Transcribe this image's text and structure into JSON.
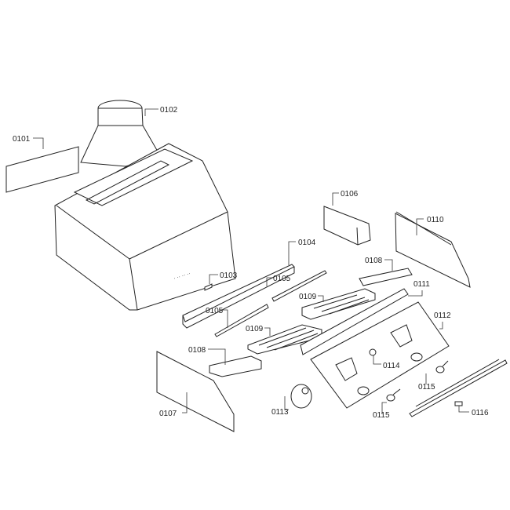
{
  "diagram": {
    "parts": [
      {
        "id": "p0101",
        "label": "0101"
      },
      {
        "id": "p0102",
        "label": "0102"
      },
      {
        "id": "p0103",
        "label": "0103"
      },
      {
        "id": "p0104",
        "label": "0104"
      },
      {
        "id": "p0105a",
        "label": "0105"
      },
      {
        "id": "p0105b",
        "label": "0105"
      },
      {
        "id": "p0106",
        "label": "0106"
      },
      {
        "id": "p0107",
        "label": "0107"
      },
      {
        "id": "p0108a",
        "label": "0108"
      },
      {
        "id": "p0108b",
        "label": "0108"
      },
      {
        "id": "p0109a",
        "label": "0109"
      },
      {
        "id": "p0109b",
        "label": "0109"
      },
      {
        "id": "p0110",
        "label": "0110"
      },
      {
        "id": "p0111",
        "label": "0111"
      },
      {
        "id": "p0112",
        "label": "0112"
      },
      {
        "id": "p0113",
        "label": "0113"
      },
      {
        "id": "p0114",
        "label": "0114"
      },
      {
        "id": "p0115a",
        "label": "0115"
      },
      {
        "id": "p0115b",
        "label": "0115"
      },
      {
        "id": "p0116",
        "label": "0116"
      }
    ]
  }
}
